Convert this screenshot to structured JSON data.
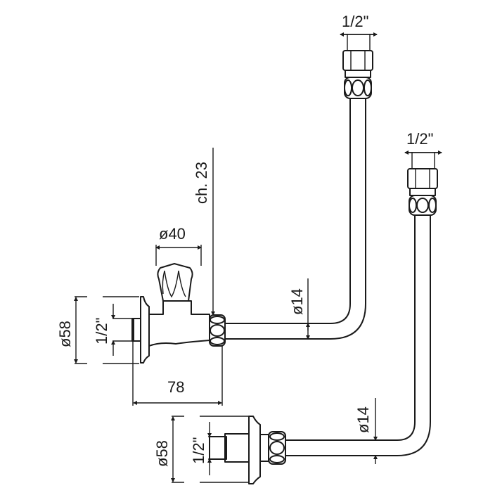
{
  "drawing": {
    "labels": {
      "top_fitting_thread": "1/2\"",
      "second_fitting_thread": "1/2\"",
      "hex_size": "ch. 23",
      "handle_diameter": "ø40",
      "upper_tube_diameter": "ø14",
      "lower_tube_diameter": "ø14",
      "upper_flange_diameter": "ø58",
      "upper_flange_thread": "1/2\"",
      "valve_length": "78",
      "lower_flange_diameter": "ø58",
      "lower_flange_thread": "1/2\""
    },
    "colors": {
      "line": "#1a1a1a",
      "background": "#ffffff"
    }
  }
}
